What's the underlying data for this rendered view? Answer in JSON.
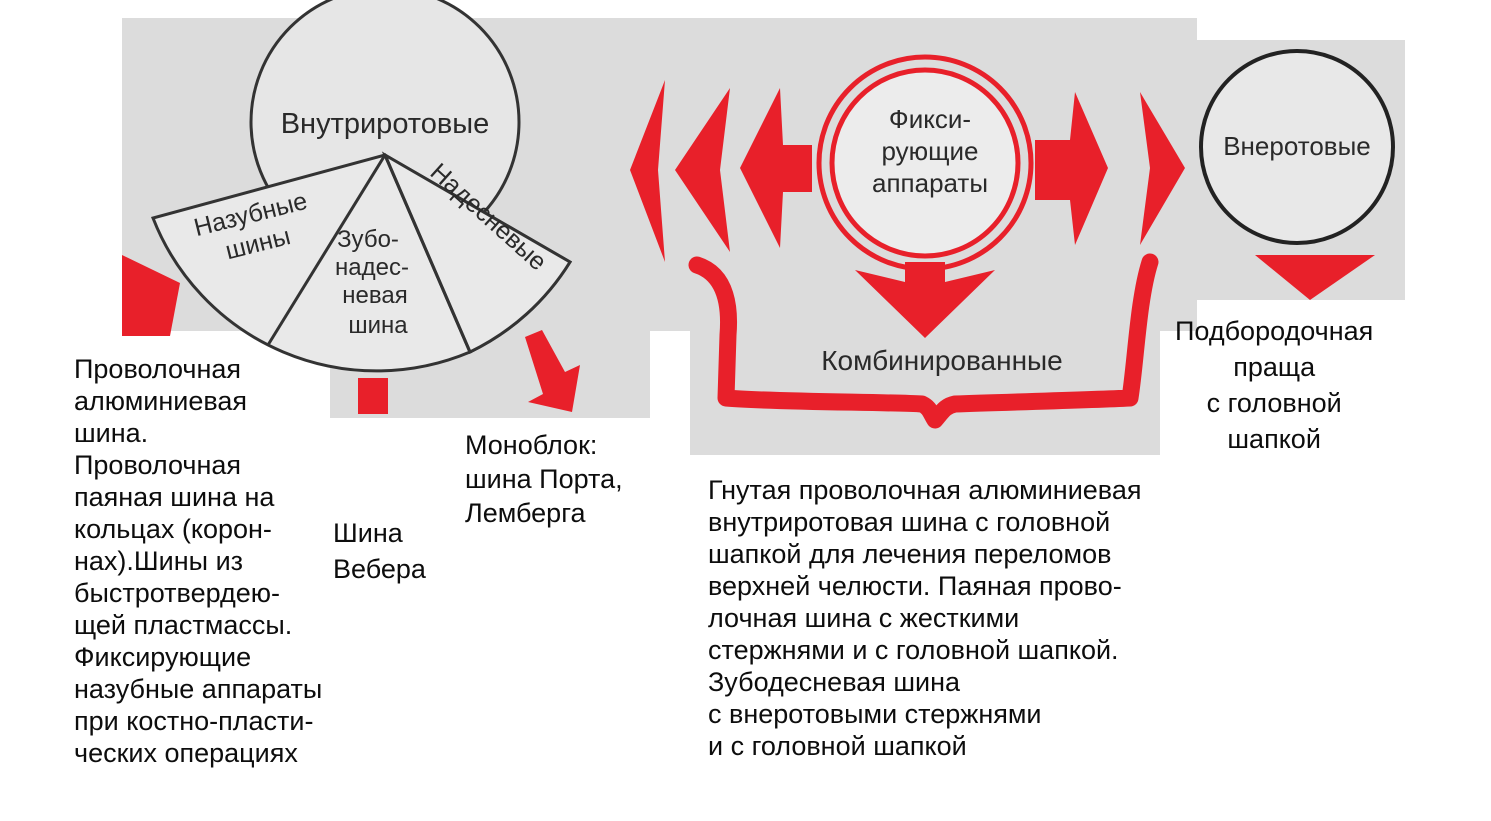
{
  "colors": {
    "accent": "#e8202a",
    "panel": "#dcdcdc",
    "outline": "#333333"
  },
  "diagram": {
    "intraoral": "Внутриротовые",
    "tooth_splints": [
      "Назубные",
      "шины"
    ],
    "gum_tooth_splint": [
      "Зубо-",
      "надес-",
      "невая",
      "шина"
    ],
    "gum_splints": "Надесневые",
    "fixing_devices": [
      "Фикси-",
      "рующие",
      "аппараты"
    ],
    "extraoral": "Внеротовые",
    "combined": "Комбинированные"
  },
  "notes": {
    "wire_splints": "Проволочная\nалюминиевая\nшина.\nПроволочная\nпаяная шина на\nкольцах (корон-\nнах).Шины из\nбыстротвердею-\nщей пластмассы.\nФиксирующие\nназубные аппараты\nпри костно-пласти-\nческих операциях",
    "weber": "Шина\nВебера",
    "monoblock": "Моноблок:\nшина Порта,\nЛемберга",
    "combined_devices": "Гнутая проволочная алюминиевая\nвнутриротовая шина с головной\nшапкой для лечения переломов\nверхней челюсти. Паяная прово-\nлочная шина с жесткими\nстержнями и с головной шапкой.\nЗубодесневая шина\nс внеротовыми стержнями\nи с головной шапкой",
    "chin_sling": "Подбородочная\nпраща\nс головной\nшапкой"
  }
}
